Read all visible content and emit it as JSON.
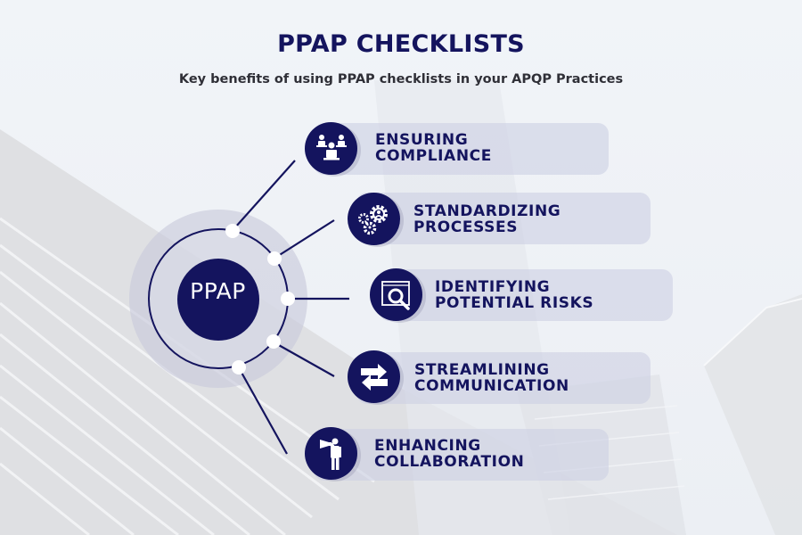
{
  "header": {
    "title": "PPAP CHECKLISTS",
    "subtitle": "Key benefits of using PPAP checklists in your APQP Practices"
  },
  "hub": {
    "label": "PPAP"
  },
  "benefits": [
    {
      "line1": "ENSURING",
      "line2": "COMPLIANCE",
      "icon": "team-workstations-icon"
    },
    {
      "line1": "STANDARDIZING",
      "line2": "PROCESSES",
      "icon": "gears-people-icon"
    },
    {
      "line1": "IDENTIFYING",
      "line2": "POTENTIAL RISKS",
      "icon": "window-magnifier-icon"
    },
    {
      "line1": "STREAMLINING",
      "line2": "COMMUNICATION",
      "icon": "exchange-arrows-icon"
    },
    {
      "line1": "ENHANCING",
      "line2": "COLLABORATION",
      "icon": "megaphone-person-icon"
    }
  ],
  "colors": {
    "primary": "#14145e",
    "card": "#cdd0e4",
    "background": "#eef2f7",
    "subtitle": "#2f2f37"
  }
}
